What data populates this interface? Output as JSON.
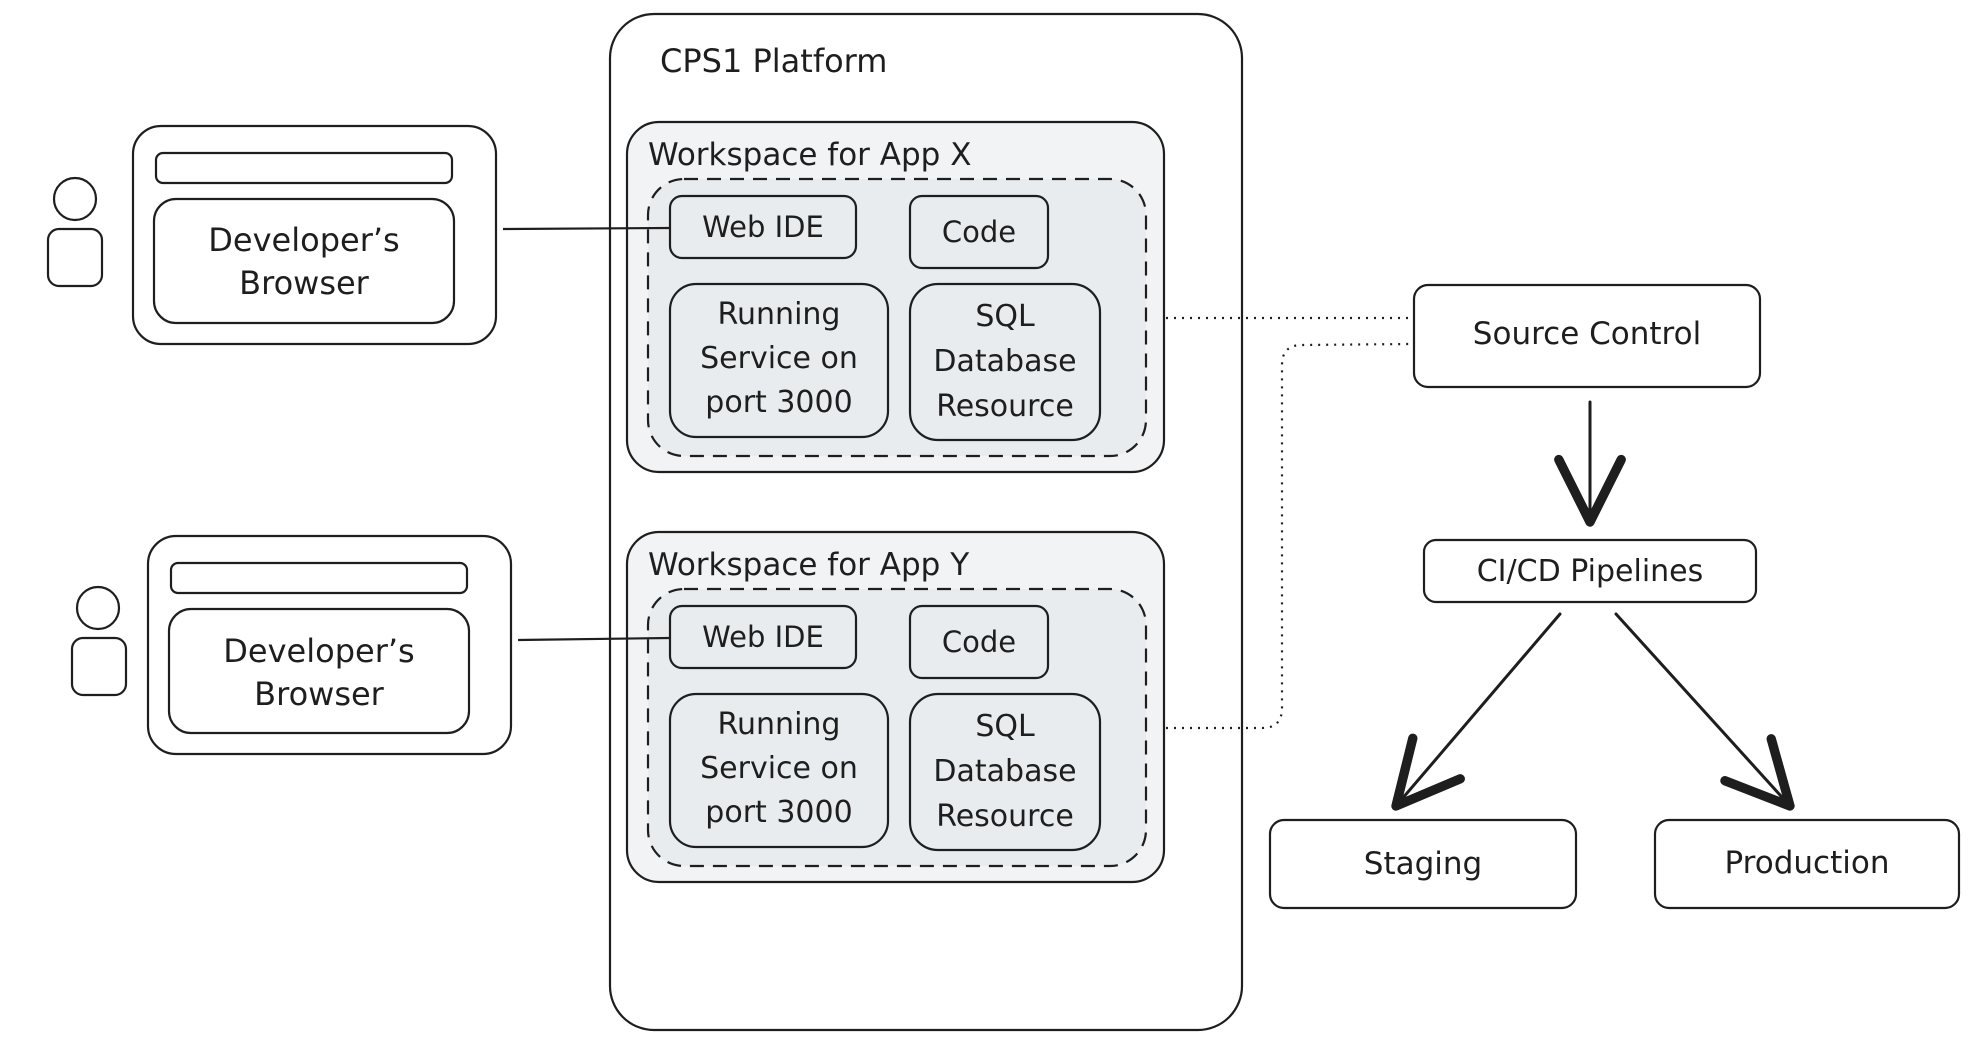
{
  "platform": {
    "title": "CPS1 Platform"
  },
  "browsers": [
    {
      "label_line1": "Developer’s",
      "label_line2": "Browser"
    },
    {
      "label_line1": "Developer’s",
      "label_line2": "Browser"
    }
  ],
  "workspaces": [
    {
      "title": "Workspace for App X",
      "web_ide": "Web IDE",
      "code": "Code",
      "service": [
        "Running",
        "Service on",
        "port 3000"
      ],
      "database": [
        "SQL",
        "Database",
        "Resource"
      ]
    },
    {
      "title": "Workspace for App Y",
      "web_ide": "Web IDE",
      "code": "Code",
      "service": [
        "Running",
        "Service on",
        "port 3000"
      ],
      "database": [
        "SQL",
        "Database",
        "Resource"
      ]
    }
  ],
  "pipeline": {
    "source_control": "Source Control",
    "cicd": "CI/CD Pipelines",
    "staging": "Staging",
    "production": "Production"
  }
}
